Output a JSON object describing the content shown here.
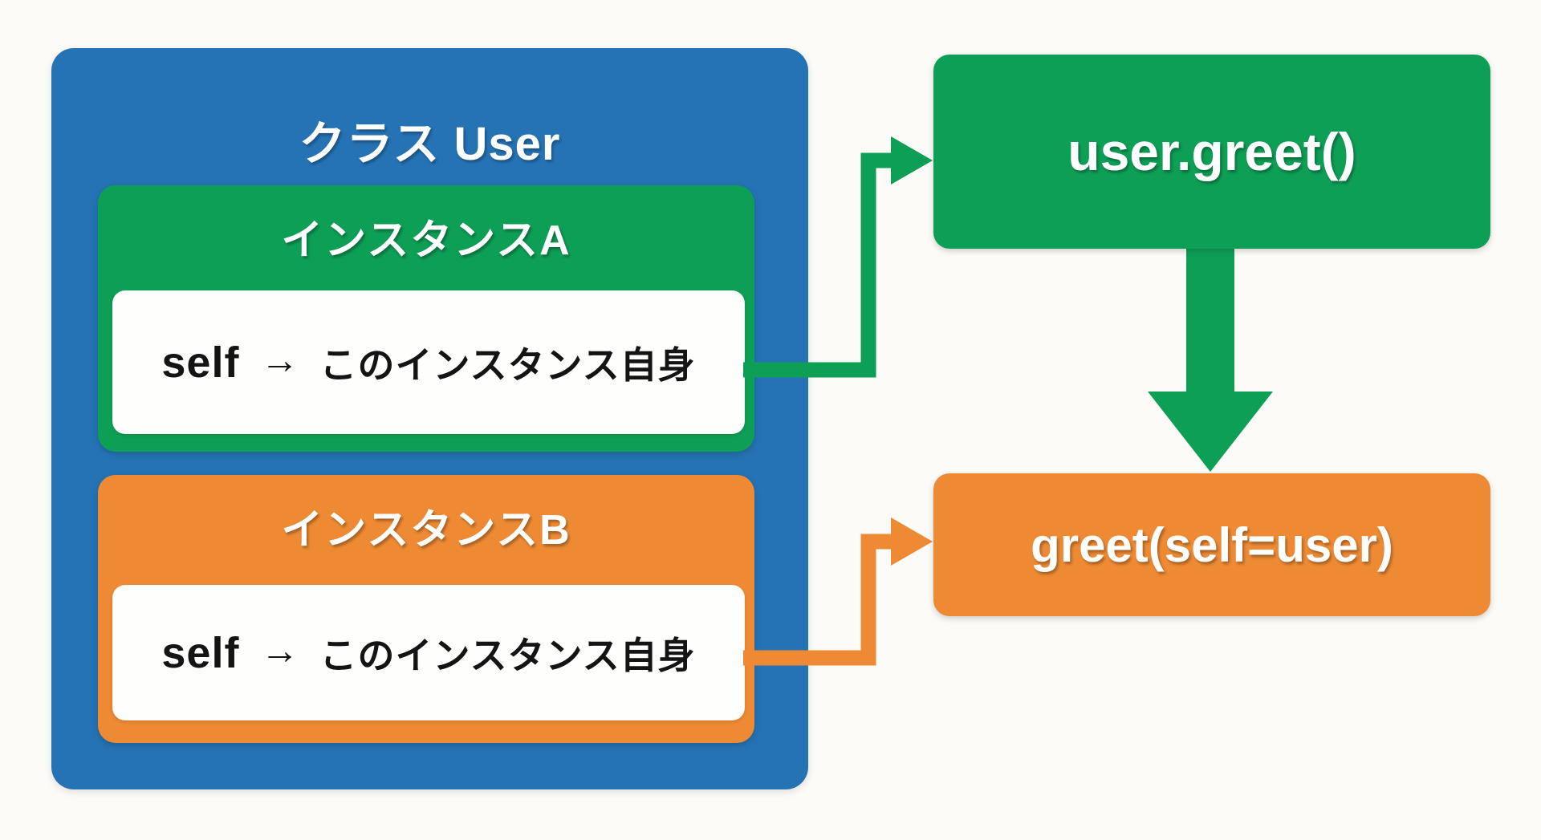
{
  "diagram": {
    "class_box": {
      "title": "クラス User"
    },
    "instance_a": {
      "title": "インスタンスA",
      "self_keyword": "self",
      "arrow_symbol": "→",
      "self_description": "このインスタンス自身"
    },
    "instance_b": {
      "title": "インスタンスB",
      "self_keyword": "self",
      "arrow_symbol": "→",
      "self_description": "このインスタンス自身"
    },
    "call_box": {
      "label": "user.greet()"
    },
    "exec_box": {
      "label": "greet(self=user)"
    },
    "colors": {
      "class_blue": "#2573B5",
      "instance_green": "#0E9F56",
      "instance_orange": "#EE8A33",
      "panel_white": "#FEFEFC",
      "background": "#FCFBF7",
      "text_dark": "#141414",
      "text_light": "#FFFFFF"
    }
  }
}
